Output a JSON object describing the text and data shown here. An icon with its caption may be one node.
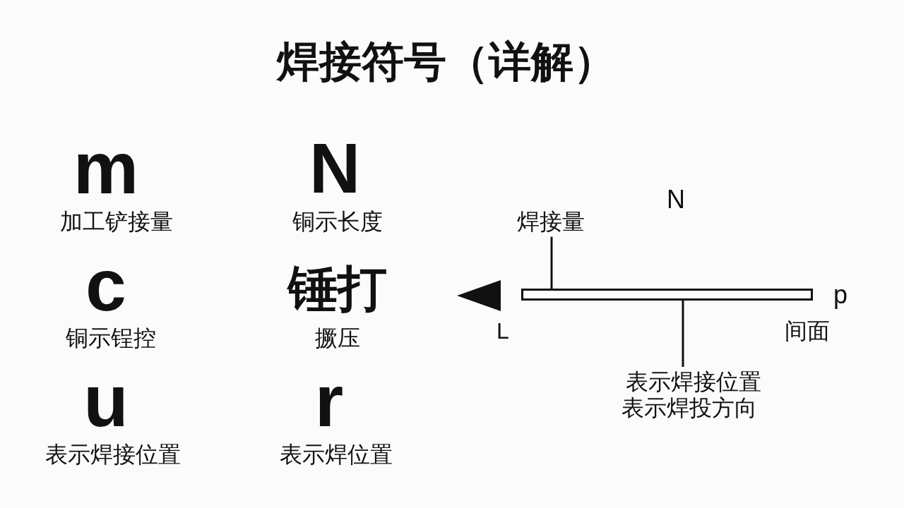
{
  "diagram": {
    "title": "焊接符号（详解）",
    "nodes": [
      {
        "text": [
          "焊接量"
        ]
      },
      {
        "text": [],
        "shape": "bar"
      },
      {
        "text": [
          "表示焊接位置",
          "表示焊投方向"
        ]
      }
    ],
    "edges": [
      {
        "from": 0,
        "to": 1,
        "arrow": "none"
      },
      {
        "from": 2,
        "to": 1,
        "arrow": "none"
      }
    ],
    "labels": [
      "m",
      "加工铲接量",
      "N",
      "铜示长度",
      "c",
      "铜示锃控",
      "锤打",
      "撅压",
      "u",
      "表示焊接位置",
      "r",
      "表示焊位置",
      "N",
      "L",
      "p",
      "间面"
    ]
  }
}
